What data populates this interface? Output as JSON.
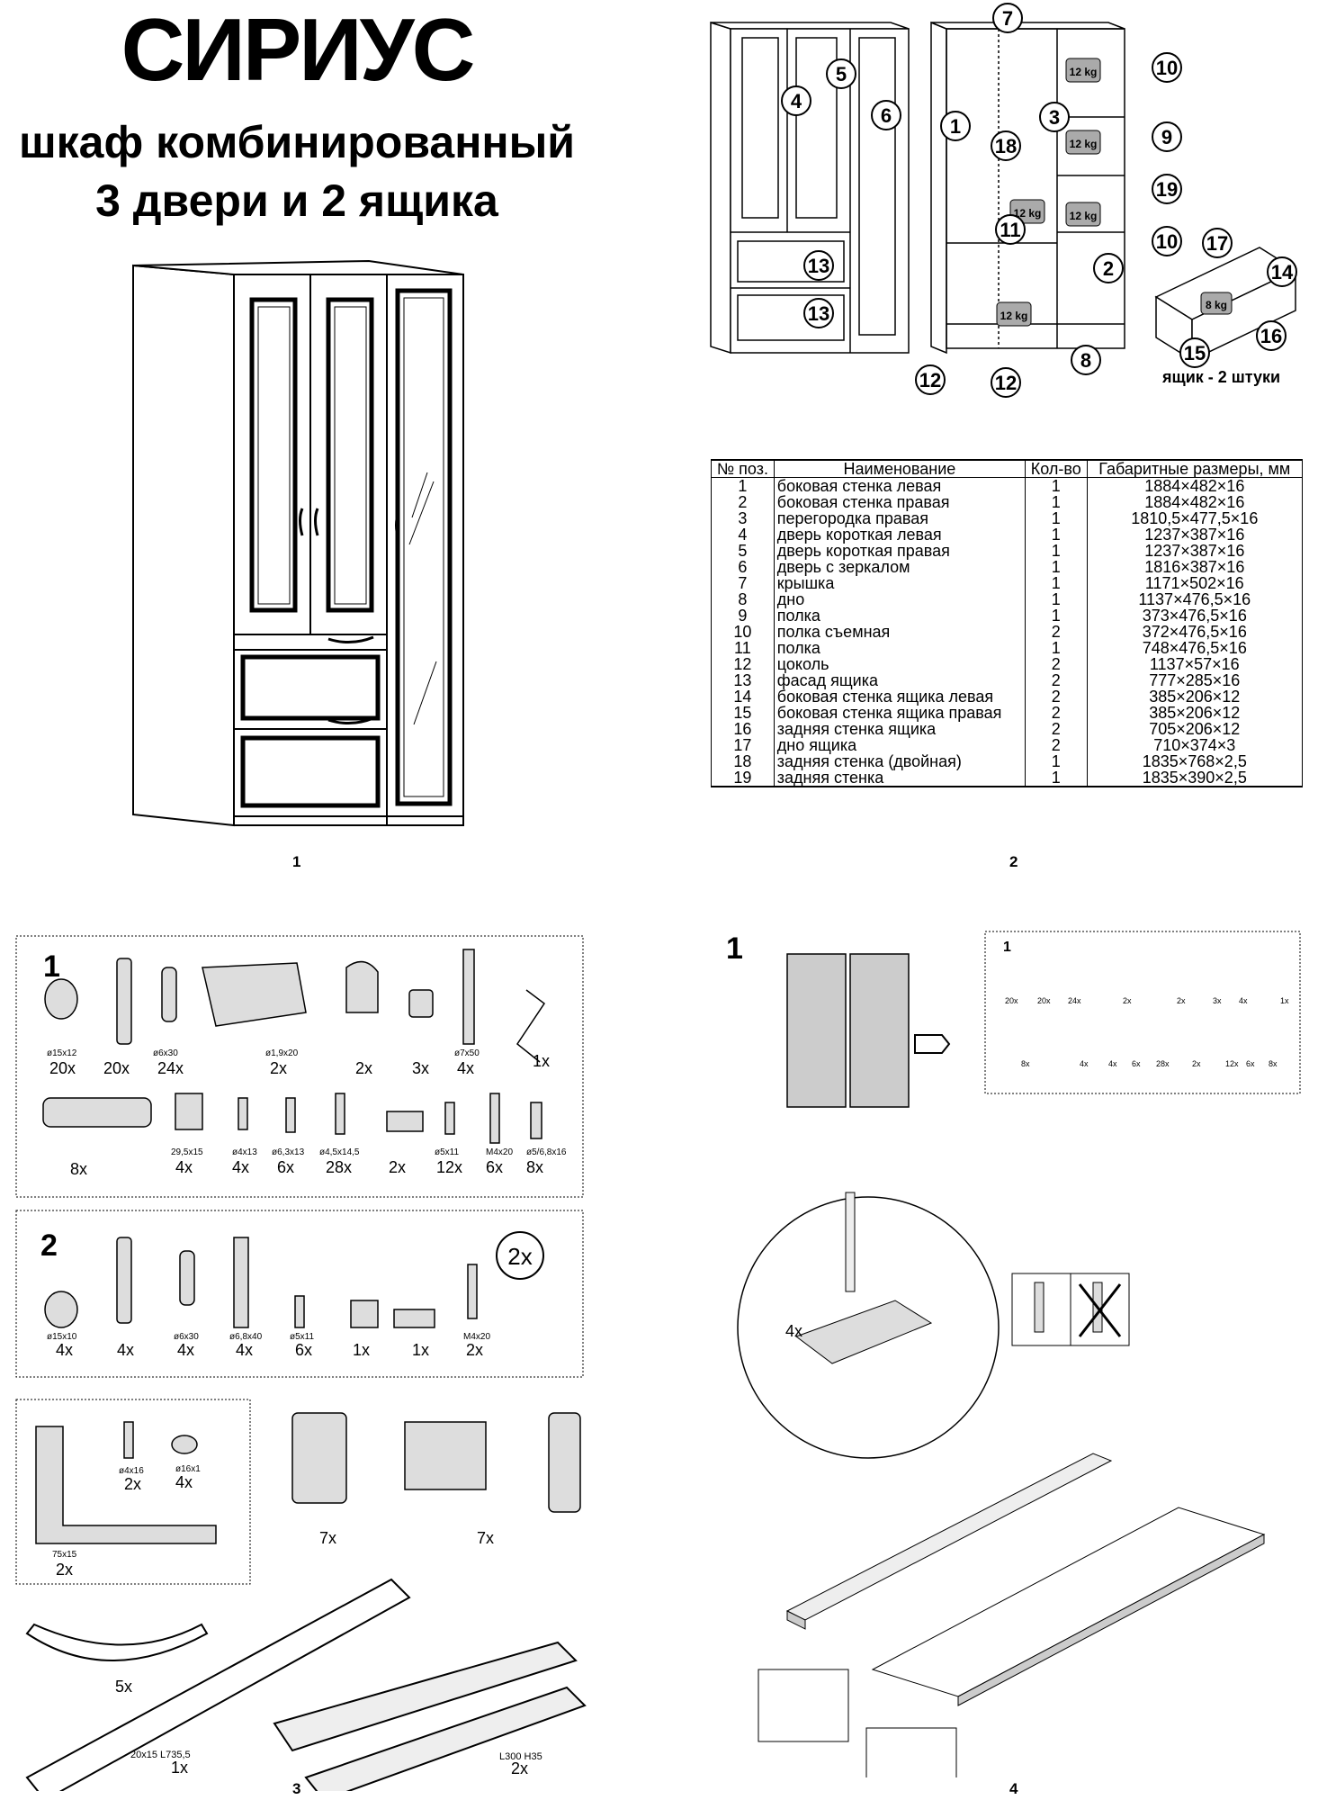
{
  "header": {
    "title": "СИРИУС",
    "subtitle1": "шкаф комбинированный",
    "subtitle2": "3 двери и 2 ящика"
  },
  "page_numbers": [
    "1",
    "2",
    "3",
    "4"
  ],
  "diagram_labels": [
    "4",
    "5",
    "6",
    "7",
    "1",
    "18",
    "3",
    "10",
    "9",
    "19",
    "11",
    "13",
    "13",
    "2",
    "10",
    "17",
    "14",
    "12",
    "12",
    "8",
    "15",
    "16"
  ],
  "weight_labels": {
    "w12": "12 kg",
    "w8": "8 kg"
  },
  "drawer_caption": "ящик - 2 штуки",
  "parts_table": {
    "headers": [
      "№ поз.",
      "Наименование",
      "Кол-во",
      "Габаритные размеры, мм"
    ],
    "rows": [
      [
        "1",
        "боковая стенка левая",
        "1",
        "1884×482×16"
      ],
      [
        "2",
        "боковая стенка правая",
        "1",
        "1884×482×16"
      ],
      [
        "3",
        "перегородка правая",
        "1",
        "1810,5×477,5×16"
      ],
      [
        "4",
        "дверь короткая левая",
        "1",
        "1237×387×16"
      ],
      [
        "5",
        "дверь короткая правая",
        "1",
        "1237×387×16"
      ],
      [
        "6",
        "дверь с зеркалом",
        "1",
        "1816×387×16"
      ],
      [
        "7",
        "крышка",
        "1",
        "1171×502×16"
      ],
      [
        "8",
        "дно",
        "1",
        "1137×476,5×16"
      ],
      [
        "9",
        "полка",
        "1",
        "373×476,5×16"
      ],
      [
        "10",
        "полка съемная",
        "2",
        "372×476,5×16"
      ],
      [
        "11",
        "полка",
        "1",
        "748×476,5×16"
      ],
      [
        "12",
        "цоколь",
        "2",
        "1137×57×16"
      ],
      [
        "13",
        "фасад ящика",
        "2",
        "777×285×16"
      ],
      [
        "14",
        "боковая стенка ящика левая",
        "2",
        "385×206×12"
      ],
      [
        "15",
        "боковая стенка ящика правая",
        "2",
        "385×206×12"
      ],
      [
        "16",
        "задняя стенка ящика",
        "2",
        "705×206×12"
      ],
      [
        "17",
        "дно ящика",
        "2",
        "710×374×3"
      ],
      [
        "18",
        "задняя стенка (двойная)",
        "1",
        "1835×768×2,5"
      ],
      [
        "19",
        "задняя стенка",
        "1",
        "1835×390×2,5"
      ]
    ]
  },
  "hardware_bag1": {
    "number": "1",
    "sizes": [
      "ø15x12",
      "ø6x30",
      "ø1,9x20",
      "ø7x50",
      "29,5x15",
      "ø4x13",
      "ø6,3x13",
      "ø4,5x14,5",
      "ø5x11",
      "M4x20",
      "ø5/6,8x16"
    ],
    "counts": [
      "20x",
      "20x",
      "24x",
      "2x",
      "2x",
      "3x",
      "4x",
      "1x",
      "8x",
      "4x",
      "4x",
      "6x",
      "28x",
      "2x",
      "12x",
      "6x",
      "8x"
    ]
  },
  "hardware_bag2": {
    "number": "2",
    "multiplier": "2x",
    "sizes": [
      "ø15x10",
      "ø6x30",
      "ø6,8x40",
      "ø5x11",
      "M4x20"
    ],
    "counts": [
      "4x",
      "4x",
      "4x",
      "4x",
      "6x",
      "1x",
      "1x",
      "2x"
    ]
  },
  "hardware_bag3": {
    "sizes": [
      "ø4x16",
      "ø16x1",
      "75x15"
    ],
    "counts": [
      "2x",
      "4x",
      "2x",
      "7x",
      "7x"
    ]
  },
  "loose_parts": {
    "arc_count": "5x",
    "rod_size": "20x15  L735,5",
    "rod_count": "1x",
    "rail_size": "L300 H35",
    "rail_count": "2x"
  },
  "step4": {
    "step_number": "1",
    "bag_number": "1",
    "counts_row1": [
      "20x",
      "20x",
      "24x",
      "2x",
      "2x",
      "3x",
      "4x",
      "1x"
    ],
    "counts_row2": [
      "8x",
      "4x",
      "4x",
      "6x",
      "28x",
      "2x",
      "12x",
      "6x",
      "8x"
    ],
    "detail_count": "4x"
  }
}
